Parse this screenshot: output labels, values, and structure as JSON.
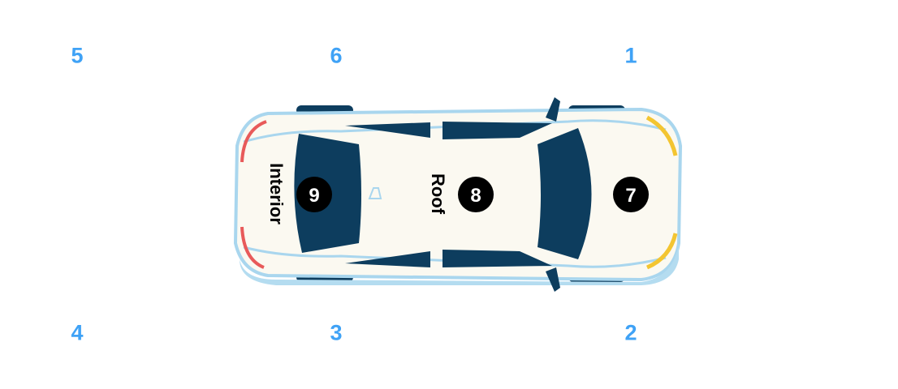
{
  "zones": {
    "z1": "1",
    "z2": "2",
    "z3": "3",
    "z4": "4",
    "z5": "5",
    "z6": "6"
  },
  "car": {
    "markers": {
      "front": "7",
      "roof": "8",
      "rear": "9"
    },
    "labels": {
      "interior": "Interior",
      "roof": "Roof"
    }
  },
  "colors": {
    "zone_number": "#3fa2f6",
    "marker": "#000000",
    "glass": "#0d3d5e",
    "body": "#fbf9f1",
    "trim": "#a9d6ee",
    "tail_light": "#e85a5a",
    "head_light": "#f3c531"
  }
}
